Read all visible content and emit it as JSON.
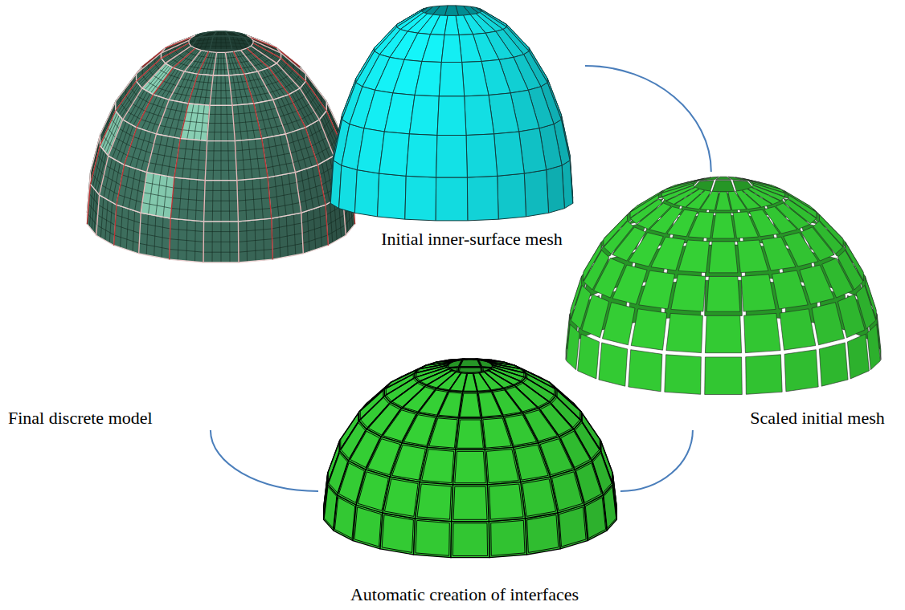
{
  "diagram": {
    "nodes": [
      {
        "text": [
          "Initial inner-surface mesh"
        ]
      },
      {
        "text": [
          "Scaled initial mesh"
        ]
      },
      {
        "text": [
          "Automatic creation of interfaces"
        ]
      },
      {
        "text": [
          "Final discrete model"
        ]
      }
    ],
    "edges": [
      {
        "from": 0,
        "to": 1,
        "arrow": "none"
      },
      {
        "from": 1,
        "to": 2,
        "arrow": "none"
      },
      {
        "from": 2,
        "to": 3,
        "arrow": "none"
      }
    ]
  }
}
